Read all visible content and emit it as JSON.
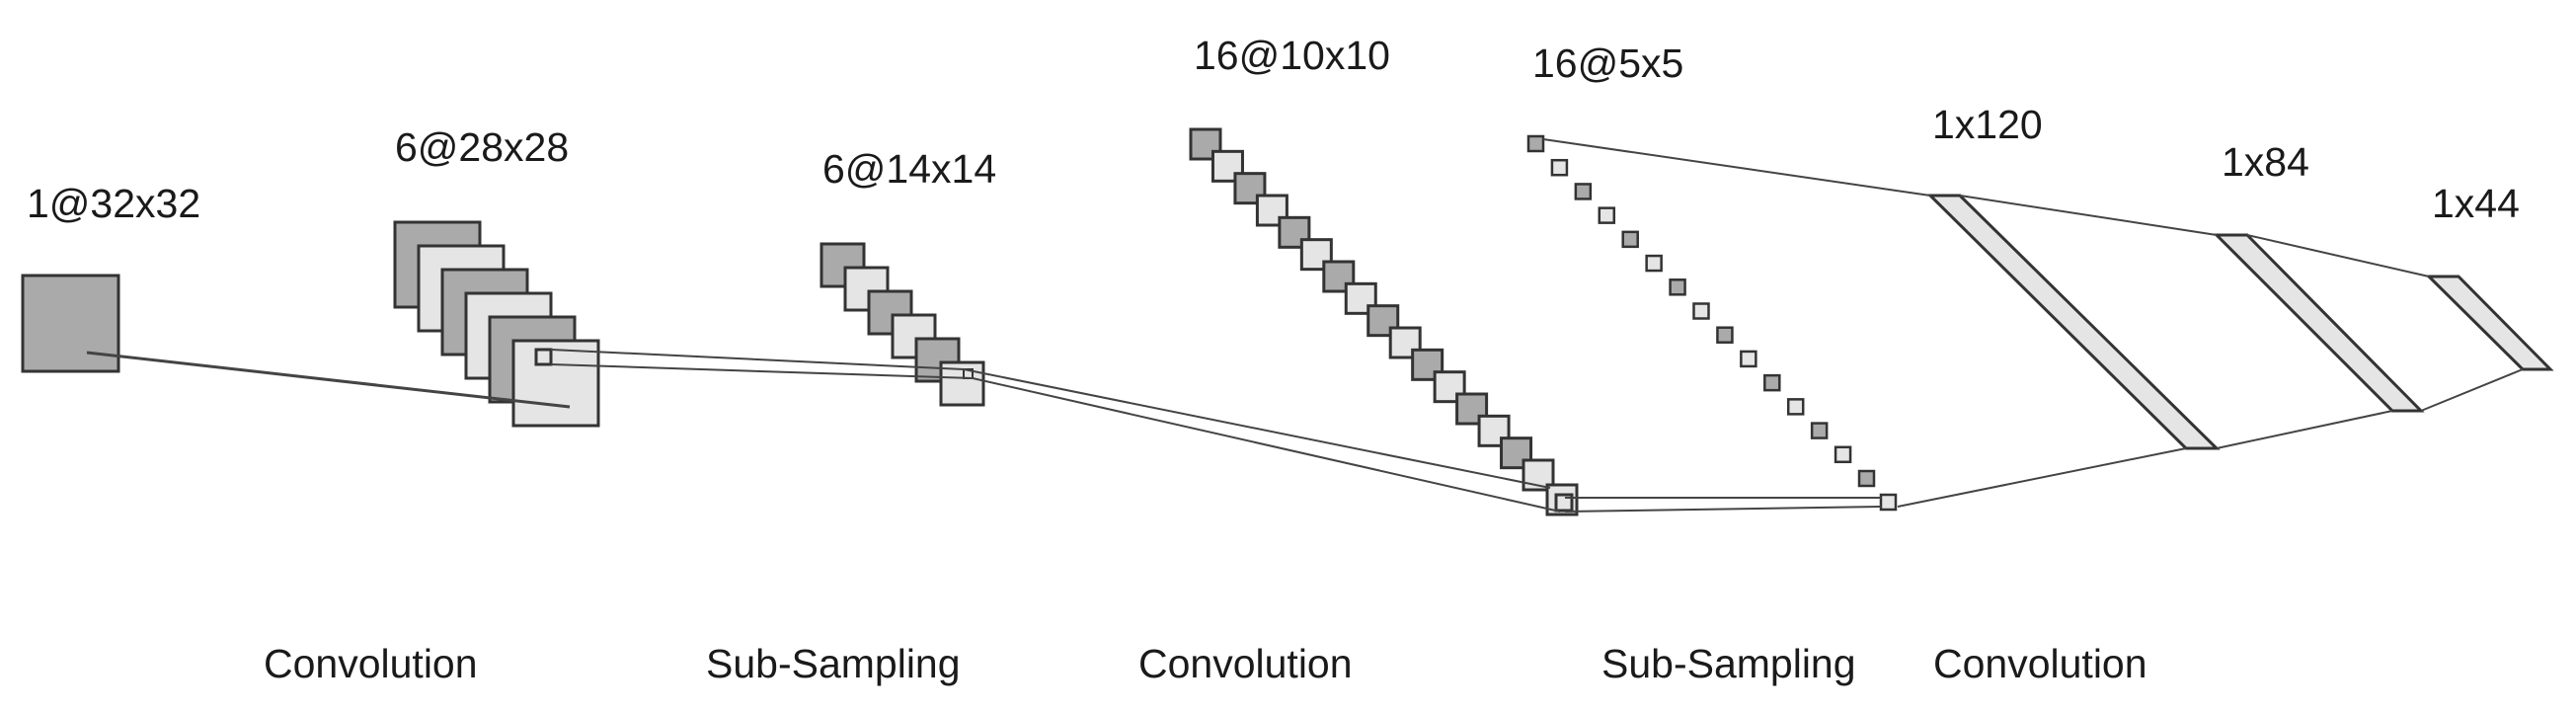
{
  "colors": {
    "dark_fill": "#aaaaaa",
    "light_fill": "#e5e5e5",
    "stroke": "#333333",
    "line": "#444444",
    "text": "#1a1a1a"
  },
  "layers": [
    {
      "label": "1@32x32"
    },
    {
      "label": "6@28x28"
    },
    {
      "label": "6@14x14"
    },
    {
      "label": "16@10x10"
    },
    {
      "label": "16@5x5"
    },
    {
      "label": "1x120"
    },
    {
      "label": "1x84"
    },
    {
      "label": "1x44"
    }
  ],
  "operations": [
    {
      "label": "Convolution"
    },
    {
      "label": "Sub-Sampling"
    },
    {
      "label": "Convolution"
    },
    {
      "label": "Sub-Sampling"
    },
    {
      "label": "Convolution"
    }
  ]
}
